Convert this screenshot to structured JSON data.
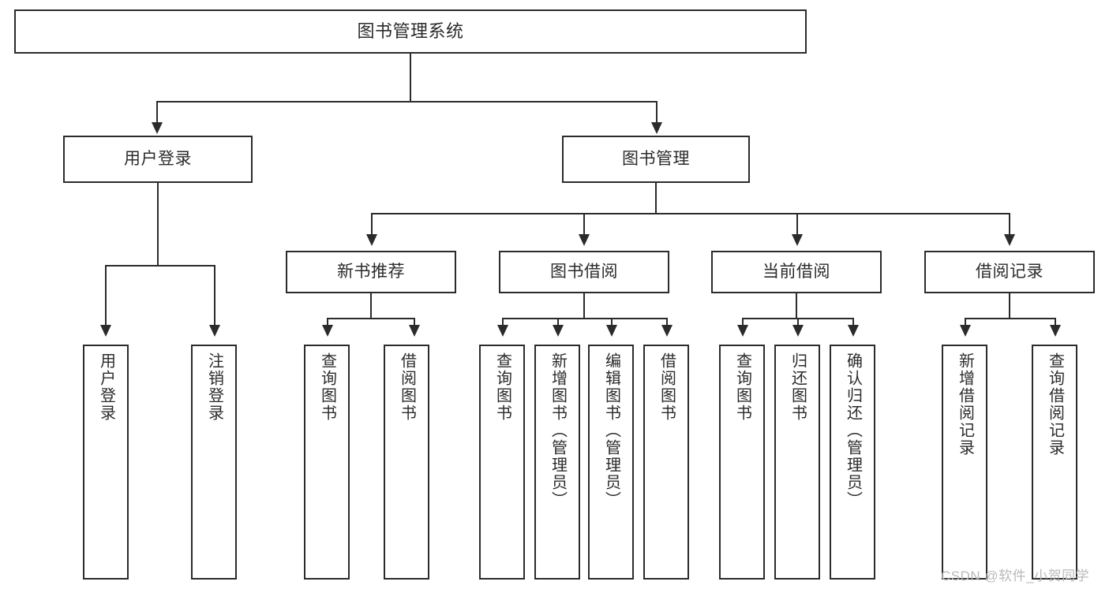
{
  "diagram": {
    "title": "图书管理系统",
    "type": "hierarchy-tree",
    "root": {
      "label": "图书管理系统"
    },
    "level2": [
      {
        "label": "用户登录"
      },
      {
        "label": "图书管理"
      }
    ],
    "level3": [
      {
        "label": "新书推荐"
      },
      {
        "label": "图书借阅"
      },
      {
        "label": "当前借阅"
      },
      {
        "label": "借阅记录"
      }
    ],
    "leaves": {
      "user_login": [
        {
          "label": "用户登录"
        },
        {
          "label": "注销登录"
        }
      ],
      "new_book_recommend": [
        {
          "label": "查询图书"
        },
        {
          "label": "借阅图书"
        }
      ],
      "book_borrow": [
        {
          "label": "查询图书"
        },
        {
          "label": "新增图书（管理员）"
        },
        {
          "label": "编辑图书（管理员）"
        },
        {
          "label": "借阅图书"
        }
      ],
      "current_borrow": [
        {
          "label": "查询图书"
        },
        {
          "label": "归还图书"
        },
        {
          "label": "确认归还（管理员）"
        }
      ],
      "borrow_record": [
        {
          "label": "新增借阅记录"
        },
        {
          "label": "查询借阅记录"
        }
      ]
    }
  },
  "watermark": {
    "text": "CSDN @软件_小贺同学"
  },
  "colors": {
    "stroke": "#2b2b2b",
    "background": "#ffffff",
    "text": "#2b2b2b",
    "watermark": "#b9b9b9"
  }
}
